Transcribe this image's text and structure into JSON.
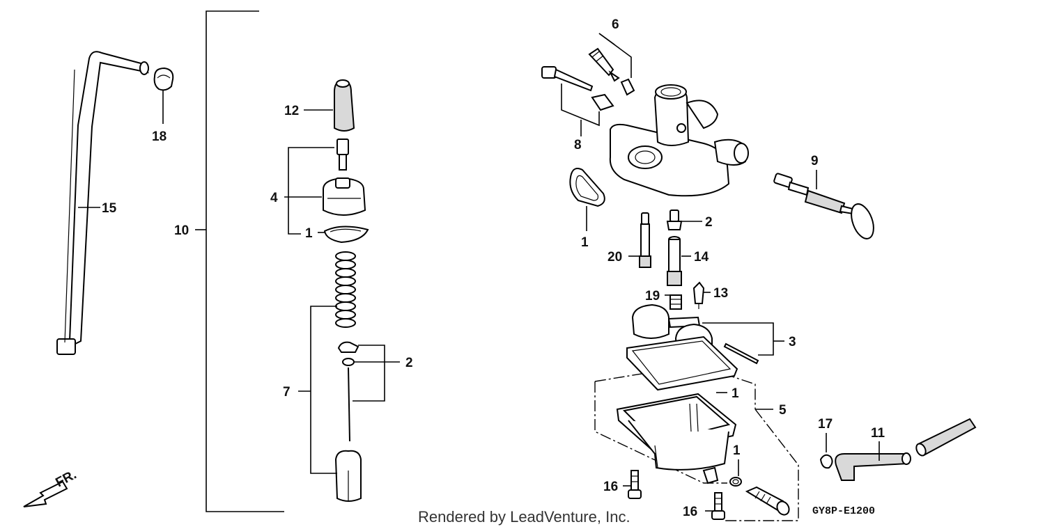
{
  "callouts": {
    "c15": "15",
    "c18": "18",
    "c10": "10",
    "c12": "12",
    "c4": "4",
    "c1a": "1",
    "c7": "7",
    "c2a": "2",
    "c6": "6",
    "c8": "8",
    "c9": "9",
    "c1b": "1",
    "c2b": "2",
    "c20": "20",
    "c14": "14",
    "c19": "19",
    "c13": "13",
    "c3": "3",
    "c1c": "1",
    "c5": "5",
    "c1d": "1",
    "c17": "17",
    "c11": "11",
    "c16a": "16",
    "c16b": "16"
  },
  "front_label": "FR.",
  "credit": "Rendered by LeadVenture, Inc.",
  "diagram_code": "GY8P-E1200"
}
